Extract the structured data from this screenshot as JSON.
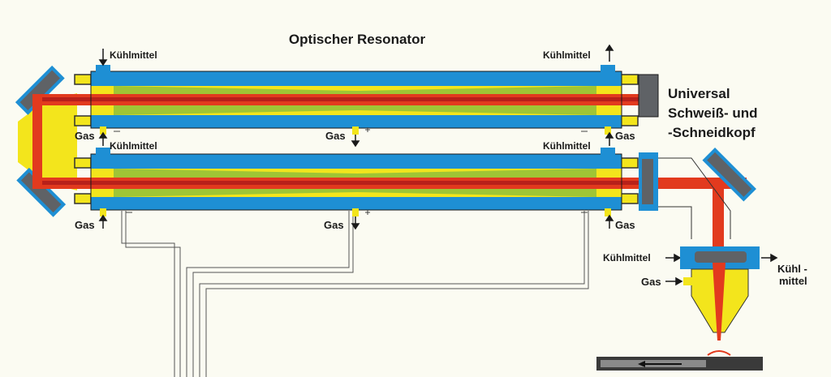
{
  "title": "Optischer Resonator",
  "head_label_lines": [
    "Universal",
    "Schweiß- und",
    "-Schneidkopf"
  ],
  "labels": {
    "coolant": "Kühlmittel",
    "gas": "Gas",
    "coolant_out_1": "Kühl -",
    "coolant_out_2": "mittel"
  },
  "colors": {
    "background": "#fbfbf2",
    "tube_blue": "#1e8fd4",
    "gas_yellow": "#f3e51c",
    "laser_red": "#e23a1e",
    "laser_core": "#b8201a",
    "discharge_green": "#8fbf3a",
    "mirror_grey": "#5f6266",
    "workpiece": "#3a3a3a"
  }
}
